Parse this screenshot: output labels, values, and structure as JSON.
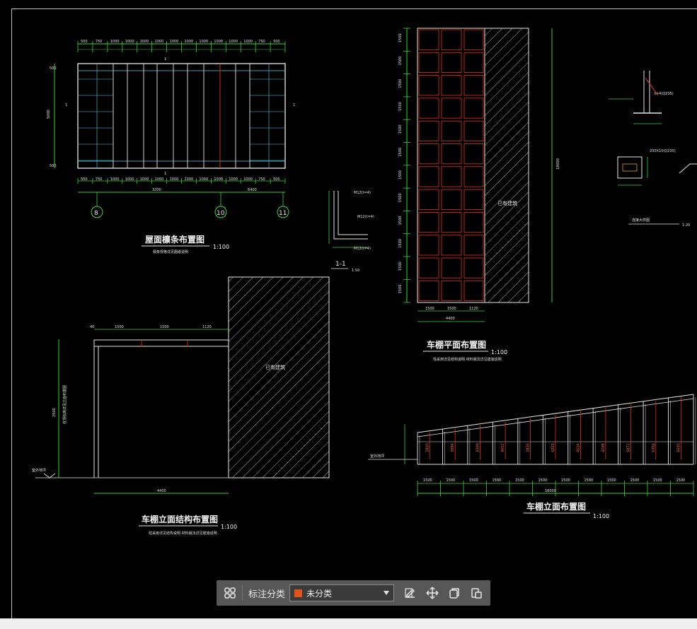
{
  "drawing": {
    "roof_purlin": {
      "title": "屋面檩条布置图",
      "scale": "1:100",
      "note": "檩条规格详见图纸说明",
      "grid_labels": [
        "8",
        "10",
        "11"
      ],
      "total_dims": [
        "3200",
        "6400"
      ],
      "top_dims": [
        "500",
        "750",
        "1000",
        "1000",
        "1000",
        "1000",
        "1000",
        "1000",
        "1000",
        "1000",
        "1000",
        "1000",
        "750",
        "500"
      ]
    },
    "section_1_1": {
      "label": "1-1",
      "scale": "1:50"
    },
    "carport_plan": {
      "title": "车棚平面布置图",
      "scale": "1:100",
      "hatch_label": "已有建筑",
      "bottom_dims": [
        "1500",
        "1500",
        "1120"
      ],
      "total_width": "4400",
      "total_length": "18000",
      "note": "柱采用详见结构说明 材料做法详见建施说明"
    },
    "carport_elev_struct": {
      "title": "车棚立面结构布置图",
      "scale": "1:100",
      "hatch_label": "已有建筑",
      "top_dims": [
        "1500",
        "1500",
        "1120"
      ],
      "width": "4400",
      "height": "2500",
      "note": "柱采用详见结构说明 材料做法详见建施说明"
    },
    "carport_elevation": {
      "title": "车棚立面布置图",
      "scale": "1:100",
      "total_length": "18000",
      "height_labels": [
        "2800",
        "3084",
        "3368",
        "3652",
        "3936",
        "4220",
        "4504",
        "4788",
        "5072",
        "5356",
        "5640"
      ],
      "bottom_dims": [
        "1500",
        "1500",
        "1500",
        "1500",
        "1500",
        "1500",
        "1500",
        "1500",
        "1500",
        "1500",
        "1500",
        "1500"
      ]
    },
    "detail": {
      "title": "连接大样图",
      "scale": "1:20"
    }
  },
  "toolbar": {
    "category_label": "标注分类",
    "category_value": "未分类",
    "swatch_color": "#e0541c"
  }
}
